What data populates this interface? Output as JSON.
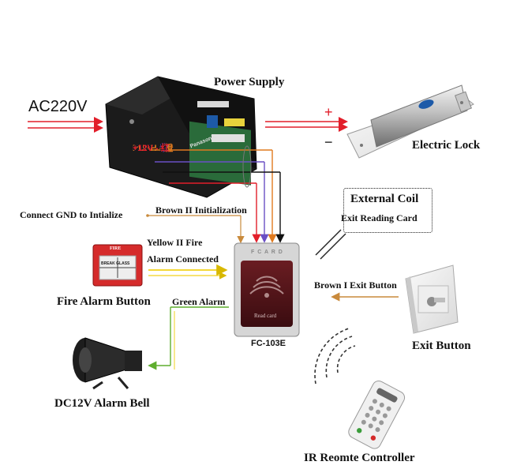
{
  "input": {
    "label": "AC220V"
  },
  "power_supply": {
    "title": "Power Supply",
    "brand": "Panasonic"
  },
  "wires": [
    {
      "name": "PUSH",
      "cn": "橙",
      "color": "#e07a1f"
    },
    {
      "name": "GND",
      "cn": "紫",
      "color": "#6a4fc4"
    },
    {
      "name": "GND",
      "cn": "黑",
      "color": "#111111"
    },
    {
      "name": "+12V",
      "cn": "红",
      "color": "#e21e2a"
    }
  ],
  "lock": {
    "title": "Electric Lock",
    "plus": "+",
    "minus": "−"
  },
  "gnd_note": "Connect GND to Intialize",
  "init_wire": "Brown II Initialization",
  "fire_wire": {
    "line1": "Yellow II Fire",
    "line2": "Alarm Connected"
  },
  "fire_button": {
    "title": "Fire Alarm Button",
    "badge": "FIRE",
    "text": "BREAK GLASS"
  },
  "alarm_wire": "Green Alarm",
  "reader": {
    "model": "FC-103E",
    "brand": "F C A R D",
    "caption": "Read card"
  },
  "coil": {
    "line1": "External Coil",
    "line2": "Exit Reading Card"
  },
  "exit_wire": "Brown I Exit Button",
  "exit_button": {
    "title": "Exit Button"
  },
  "bell": {
    "title": "DC12V Alarm Bell"
  },
  "remote": {
    "title": "IR Reomte Controller"
  },
  "colors": {
    "arrow_red": "#e21e2a",
    "wire_orange": "#e07a1f",
    "wire_purple": "#6a4fc4",
    "wire_yellow": "#f2d21c",
    "wire_green": "#5fae2e",
    "wire_brown": "#c98a3c"
  }
}
